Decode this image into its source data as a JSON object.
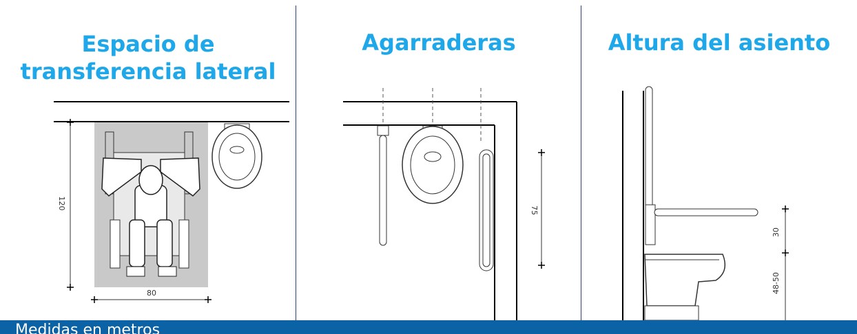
{
  "panels": [
    {
      "title": "Espacio de transferencia lateral",
      "dims": {
        "height": "120",
        "width": "80"
      }
    },
    {
      "title": "Agarraderas",
      "dims": {
        "height": "75"
      }
    },
    {
      "title": "Altura del asiento",
      "dims": {
        "upper": "30",
        "lower": "48-50"
      }
    }
  ],
  "footer": {
    "text": "Medidas en metros"
  },
  "colors": {
    "title": "#1ea7e9",
    "border": "#2b3f7a",
    "footer_bg": "#0b62a4"
  }
}
